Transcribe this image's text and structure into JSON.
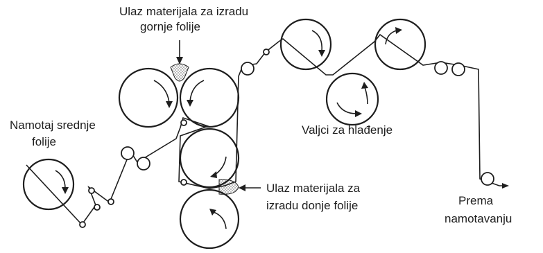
{
  "labels": {
    "top_input_line1": "Ulaz materijala za izradu",
    "top_input_line2": "gornje folije",
    "unwind_line1": "Namotaj srednje",
    "unwind_line2": "folije",
    "cooling": "Valjci za hlađenje",
    "bottom_input_line1": "Ulaz materijala za",
    "bottom_input_line2": "izradu donje folije",
    "output_line1": "Prema",
    "output_line2": "namotavanju"
  },
  "colors": {
    "ink": "#1e1e1e",
    "paper": "#ffffff",
    "stipple": "#9a9a9a"
  }
}
